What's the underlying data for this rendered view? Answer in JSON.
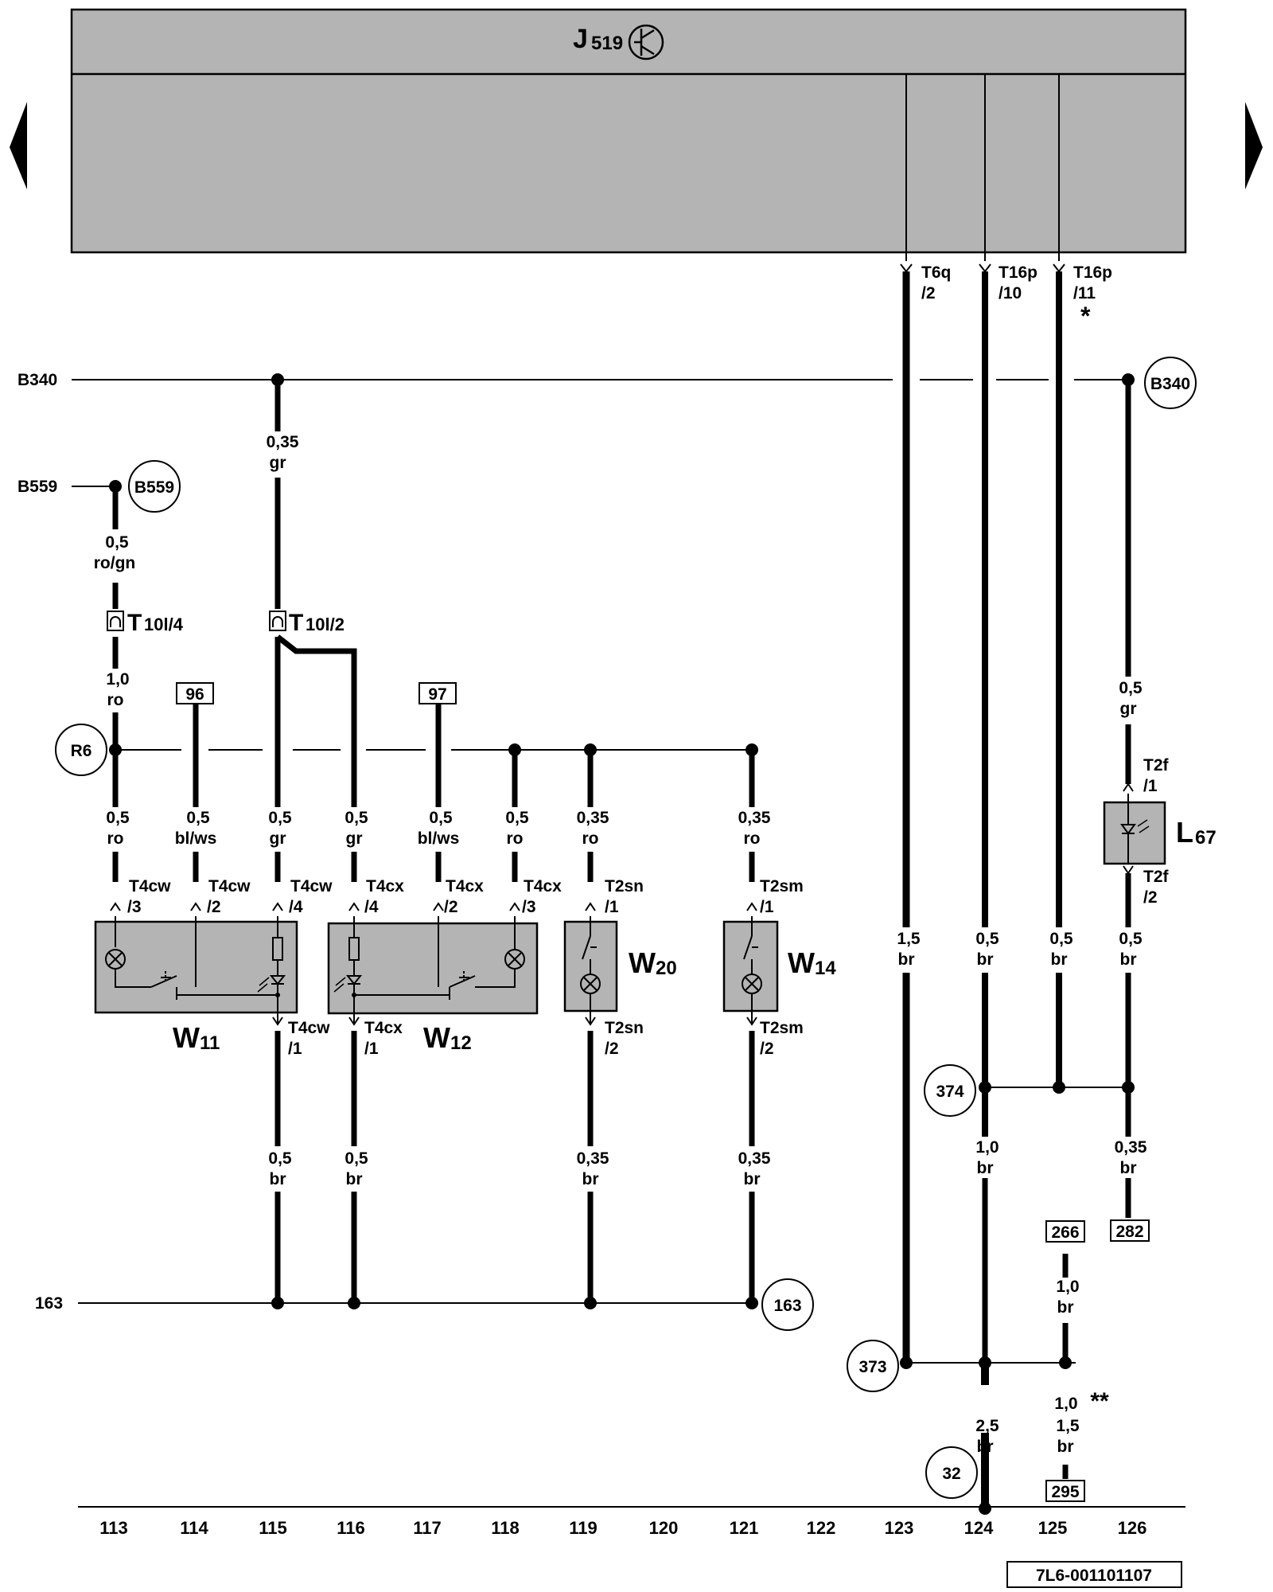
{
  "control_unit": {
    "name": "J",
    "sub": "519"
  },
  "nav": {
    "prev": "previous-page",
    "next": "next-page"
  },
  "connectors_top": [
    {
      "name": "T6q",
      "pin": "/2"
    },
    {
      "name": "T16p",
      "pin": "/10"
    },
    {
      "name": "T16p",
      "pin": "/11",
      "note": "*"
    }
  ],
  "rails": {
    "b340": {
      "left": "B340",
      "ref": "B340"
    },
    "b559": {
      "left": "B559",
      "ref": "B559"
    },
    "r6": {
      "ref": "R6"
    },
    "ground": {
      "left": "163",
      "ref": "163"
    }
  },
  "inline_connectors": [
    {
      "main": "T",
      "sub": "10l/4"
    },
    {
      "main": "T",
      "sub": "10l/2"
    }
  ],
  "wire_labels": {
    "b340_drop": [
      "0,35",
      "gr"
    ],
    "b559_drop": [
      "0,5",
      "ro/gn"
    ],
    "r6_feed": [
      "1,0",
      "ro"
    ],
    "c113": [
      "0,5",
      "ro"
    ],
    "c114": [
      "0,5",
      "bl/ws"
    ],
    "c115": [
      "0,5",
      "gr"
    ],
    "c116": [
      "0,5",
      "gr"
    ],
    "c117": [
      "0,5",
      "bl/ws"
    ],
    "c118": [
      "0,5",
      "ro"
    ],
    "c119": [
      "0,35",
      "ro"
    ],
    "c121": [
      "0,35",
      "ro"
    ],
    "g115": [
      "0,5",
      "br"
    ],
    "g116": [
      "0,5",
      "br"
    ],
    "g119": [
      "0,35",
      "br"
    ],
    "g121": [
      "0,35",
      "br"
    ],
    "c123": [
      "1,5",
      "br"
    ],
    "c124": [
      "0,5",
      "br"
    ],
    "c125": [
      "0,5",
      "br"
    ],
    "c126": [
      "0,5",
      "br"
    ],
    "l67_feed": [
      "0,5",
      "gr"
    ],
    "c124_low": [
      "1,0",
      "br"
    ],
    "c126_low": [
      "0,35",
      "br"
    ],
    "c125_low": [
      "1,0",
      "br"
    ],
    "c124_bottom": [
      "2,5",
      "br"
    ],
    "c125_bottom_a": "1,0",
    "c125_bottom_note": "**",
    "c125_bottom_b": [
      "1,5",
      "br"
    ]
  },
  "ref_boxes": {
    "r96": "96",
    "r97": "97",
    "r266": "266",
    "r282": "282",
    "r295": "295"
  },
  "ref_circles": {
    "c374": "374",
    "c373": "373",
    "c32": "32"
  },
  "pins": {
    "w11_3": [
      "T4cw",
      "/3"
    ],
    "w11_2": [
      "T4cw",
      "/2"
    ],
    "w11_4": [
      "T4cw",
      "/4"
    ],
    "w11_1": [
      "T4cw",
      "/1"
    ],
    "w12_4": [
      "T4cx",
      "/4"
    ],
    "w12_2": [
      "T4cx",
      "/2"
    ],
    "w12_3": [
      "T4cx",
      "/3"
    ],
    "w12_1": [
      "T4cx",
      "/1"
    ],
    "w20_1": [
      "T2sn",
      "/1"
    ],
    "w20_2": [
      "T2sn",
      "/2"
    ],
    "w14_1": [
      "T2sm",
      "/1"
    ],
    "w14_2": [
      "T2sm",
      "/2"
    ],
    "l67_1": [
      "T2f",
      "/1"
    ],
    "l67_2": [
      "T2f",
      "/2"
    ]
  },
  "components": {
    "w11": {
      "main": "W",
      "sub": "11"
    },
    "w12": {
      "main": "W",
      "sub": "12"
    },
    "w20": {
      "main": "W",
      "sub": "20"
    },
    "w14": {
      "main": "W",
      "sub": "14"
    },
    "l67": {
      "main": "L",
      "sub": "67"
    }
  },
  "axis": [
    "113",
    "114",
    "115",
    "116",
    "117",
    "118",
    "119",
    "120",
    "121",
    "122",
    "123",
    "124",
    "125",
    "126"
  ],
  "doc_id": "7L6-001101107"
}
